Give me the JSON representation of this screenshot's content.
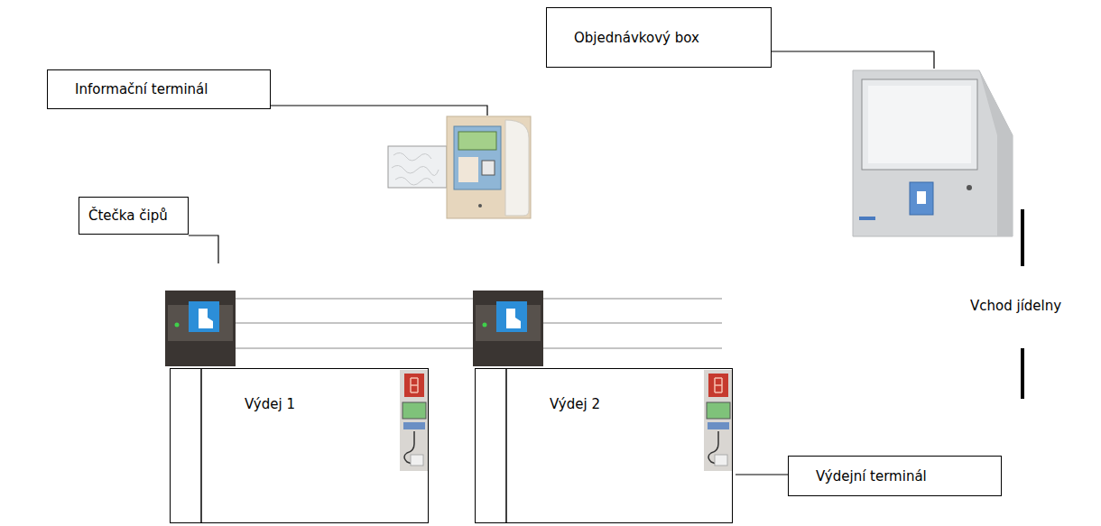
{
  "diagram": {
    "nodes": [
      {
        "text": [
          "Objednávkový box"
        ]
      },
      {
        "text": [
          "Informační terminál"
        ]
      },
      {
        "text": [
          "Čtečka čipů"
        ]
      },
      {
        "text": [
          "Výdej 1"
        ]
      },
      {
        "text": [
          "Výdej 2"
        ]
      },
      {
        "text": [
          "Výdejní terminál"
        ]
      }
    ],
    "labels": [
      "Vchod jídelny"
    ]
  }
}
